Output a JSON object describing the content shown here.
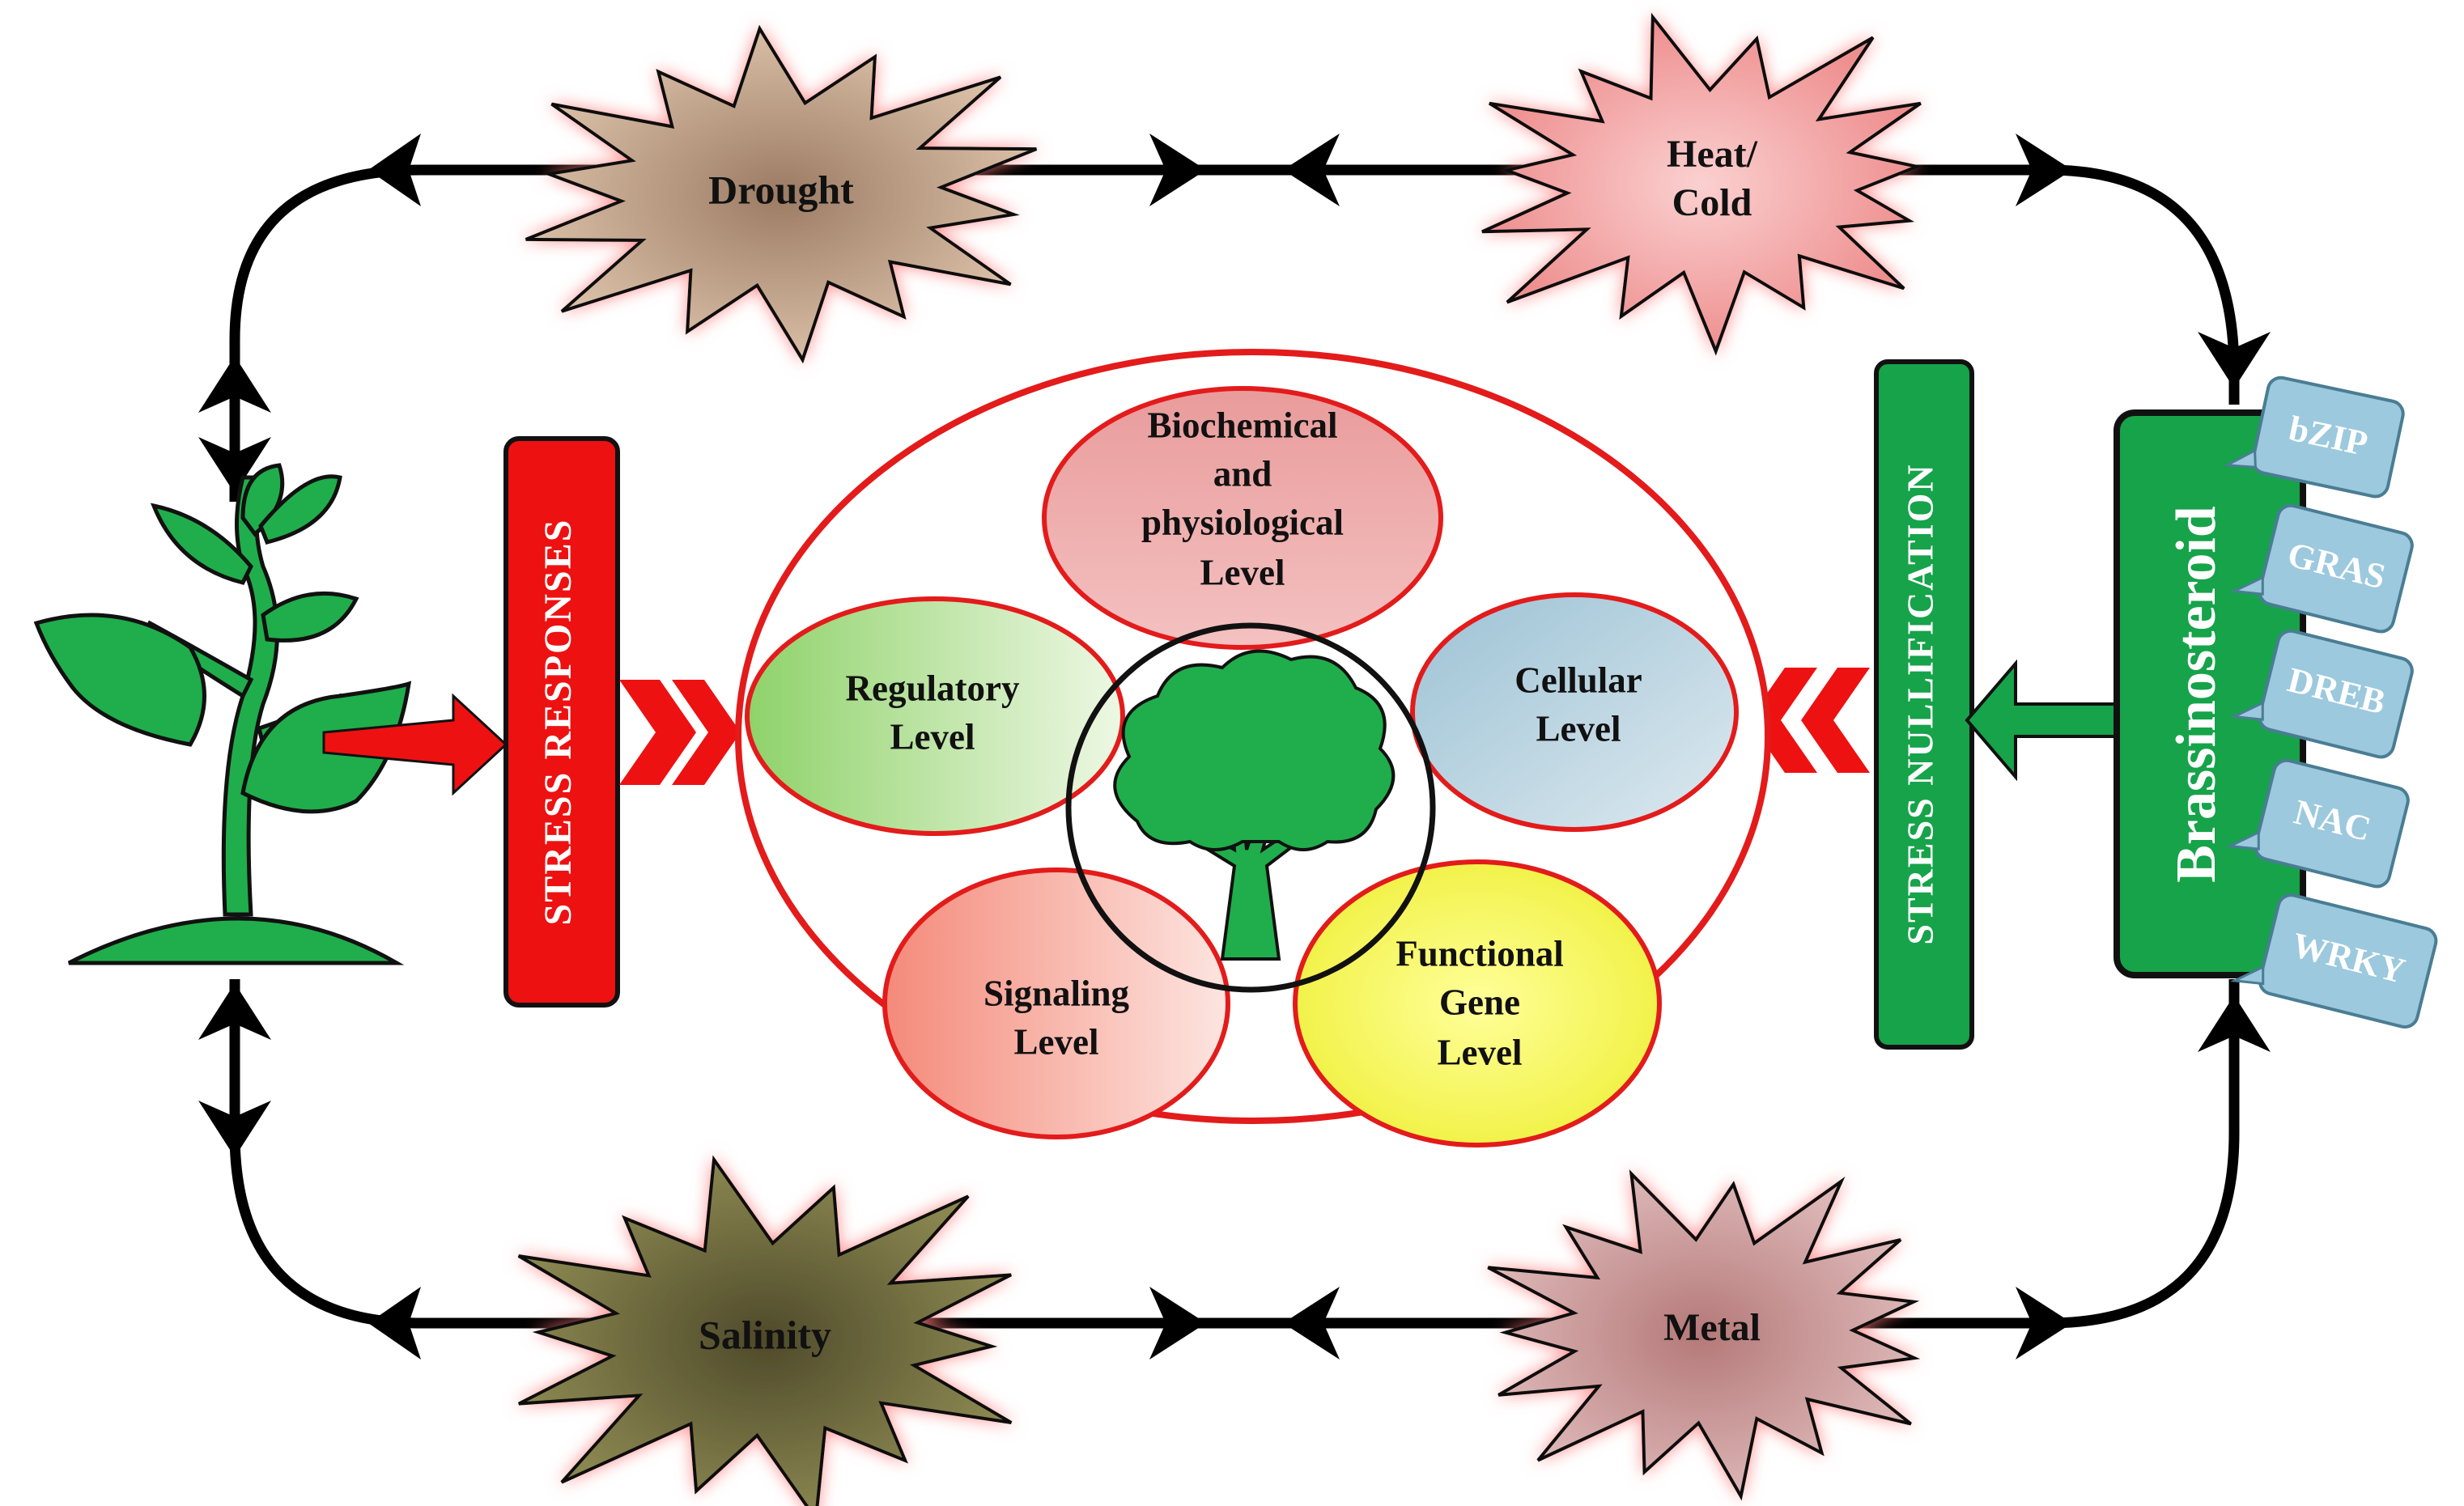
{
  "stressors": {
    "drought": "Drought",
    "heat_cold_line1": "Heat/",
    "heat_cold_line2": "Cold",
    "salinity": "Salinity",
    "metal": "Metal"
  },
  "bars": {
    "stress_responses": "STRESS RESPONSES",
    "stress_nullification": "STRESS NULLIFICATION",
    "brassinosteroid": "Brassinosteroid"
  },
  "transcription_factors": [
    "bZIP",
    "GRAS",
    "DREB",
    "NAC",
    "WRKY"
  ],
  "levels": {
    "biochemical": [
      "Biochemical",
      "and",
      "physiological",
      "Level"
    ],
    "regulatory": [
      "Regulatory",
      "Level"
    ],
    "cellular": [
      "Cellular",
      "Level"
    ],
    "signaling": [
      "Signaling",
      "Level"
    ],
    "functional": [
      "Functional",
      "Gene",
      "Level"
    ]
  },
  "colors": {
    "red_bar": "#ee1111",
    "green": "#16a34a",
    "tf_blue": "#9cc9dd",
    "drought": "#c9a98e",
    "heat_cold": "#f3a3a3",
    "salinity": "#6d6a3a",
    "metal": "#c48d8d",
    "ring": "#e31b1b"
  }
}
